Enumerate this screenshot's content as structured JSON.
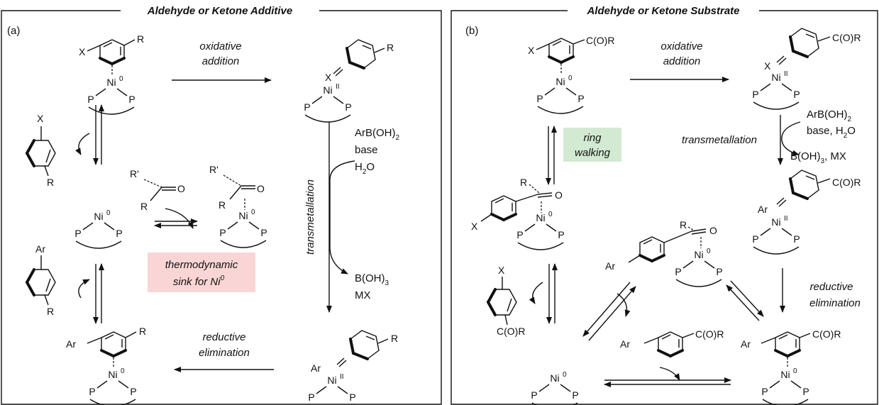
{
  "panels": {
    "a": {
      "letter": "(a)",
      "title": "Aldehyde or Ketone Additive",
      "oxidative": "oxidative",
      "addition": "addition",
      "transmetallation": "transmetallation",
      "reagent1": "ArB(OH)",
      "reagent1_sub": "2",
      "reagent2": "base",
      "reagent3": "H",
      "reagent3_sub": "2",
      "reagent3_tail": "O",
      "byproduct1": "B(OH)",
      "byproduct1_sub": "3",
      "byproduct2": "MX",
      "reductive": "reductive",
      "elimination": "elimination",
      "sink_line1": "thermodynamic",
      "sink_line2": "sink for Ni",
      "sink_sup": "0"
    },
    "b": {
      "letter": "(b)",
      "title": "Aldehyde or Ketone Substrate",
      "oxidative": "oxidative",
      "addition": "addition",
      "transmetallation": "transmetallation",
      "reagent1": "ArB(OH)",
      "reagent1_sub": "2",
      "reagent2": "base, H",
      "reagent2_sub": "2",
      "reagent2_tail": "O",
      "byproduct": "B(OH)",
      "byproduct_sub": "3",
      "byproduct_tail": ", MX",
      "reductive": "reductive",
      "elimination": "elimination",
      "ring1": "ring",
      "ring2": "walking"
    }
  },
  "atoms": {
    "X": "X",
    "R": "R",
    "Rp": "R'",
    "Ar": "Ar",
    "O": "O",
    "P": "P",
    "Ni": "Ni",
    "ox0": "0",
    "oxII": "II",
    "COR": "C(O)R"
  },
  "colors": {
    "sink_bg": "#f9d6d5",
    "ring_bg": "#d3ead2",
    "line": "#111111"
  }
}
